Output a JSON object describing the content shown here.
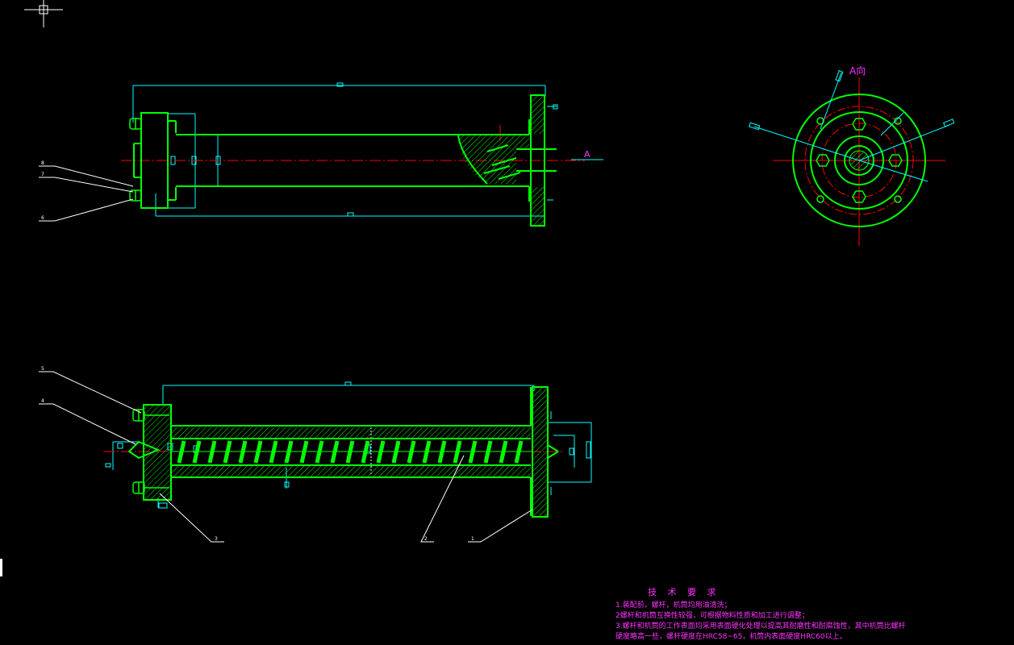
{
  "drawing": {
    "view_label": "A向",
    "section_mark": "A",
    "balloons_top": [
      "8",
      "7",
      "6"
    ],
    "balloons_bottom": [
      "5",
      "4",
      "3",
      "2",
      "1"
    ]
  },
  "notes": {
    "title": "技 术 要 求",
    "lines": [
      "1.装配前，螺杆，机筒均用油清洗；",
      "2螺杆和机筒互换性较强，可根据物料性质和加工进行调整；",
      "3.螺杆和机筒的工作表面均采用表面硬化处理以提高其耐磨性和耐腐蚀性，其中机筒比螺杆",
      "硬度略高一些，螺杆硬度在HRC58~65，机筒内表面硬度HRC60以上。"
    ]
  },
  "colors": {
    "background": "#000000",
    "outline": "#00ff00",
    "dimension": "#00ffff",
    "centerline": "#ff0000",
    "text": "#ff33ff",
    "leader": "#ffffff"
  }
}
